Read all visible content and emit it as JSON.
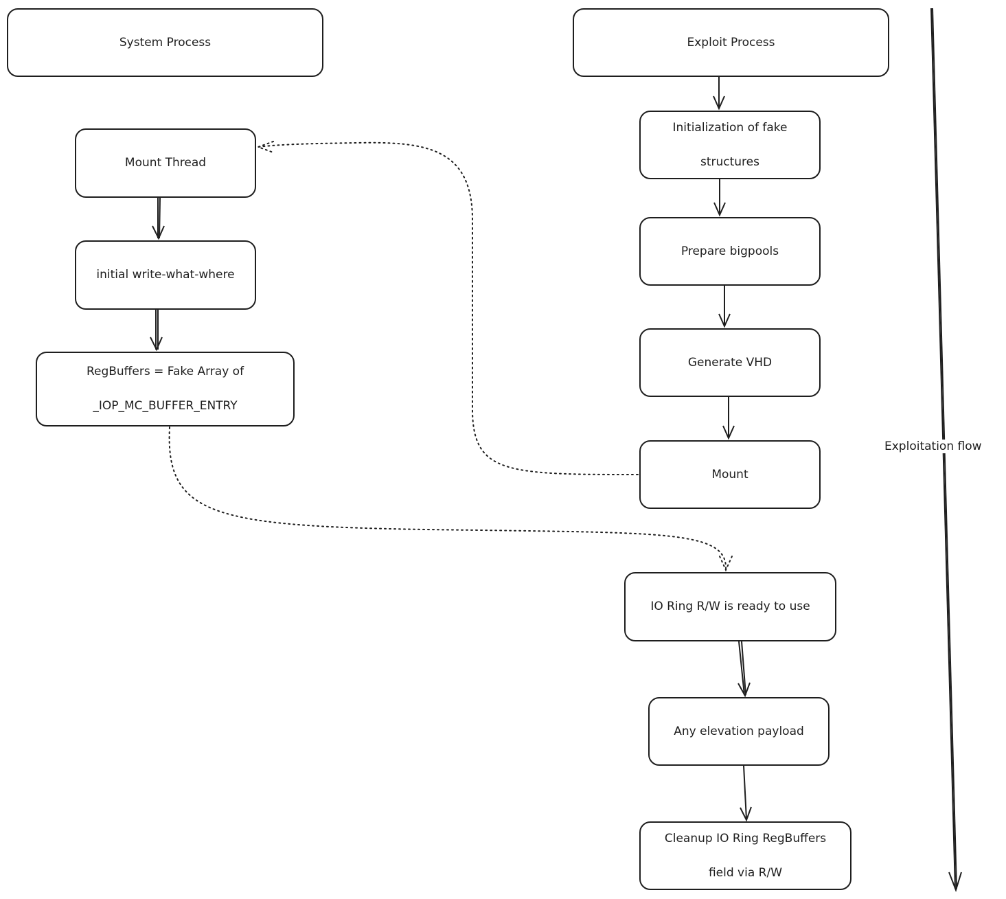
{
  "nodes": {
    "system_process": "System Process",
    "exploit_process": "Exploit Process",
    "mount_thread": "Mount Thread",
    "initial_www": "initial write-what-where",
    "regbuffers_line1": "RegBuffers = Fake Array of",
    "regbuffers_line2": "_IOP_MC_BUFFER_ENTRY",
    "init_fake_line1": "Initialization of fake",
    "init_fake_line2": "structures",
    "prepare_bigpools": "Prepare bigpools",
    "generate_vhd": "Generate VHD",
    "mount": "Mount",
    "ioring_ready": "IO Ring R/W is ready to use",
    "elevation_payload": "Any elevation payload",
    "cleanup_line1": "Cleanup IO Ring RegBuffers",
    "cleanup_line2": "field via R/W"
  },
  "flow_label": "Exploitation flow"
}
